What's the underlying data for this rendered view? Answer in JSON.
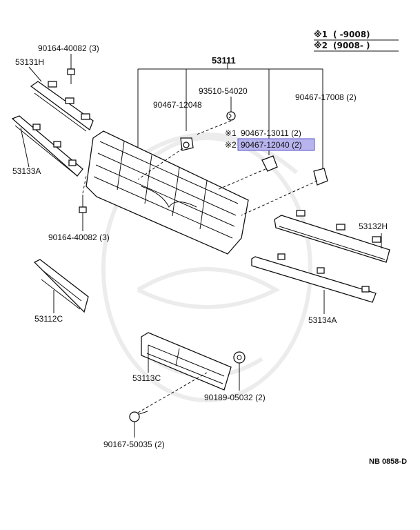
{
  "notes": {
    "n1_mark": "※1",
    "n1_range": "(        -9008)",
    "n2_mark": "※2",
    "n2_range": "(9008-        )"
  },
  "labels": {
    "p53111": "53111",
    "p93510": "93510-54020",
    "p90467_12048": "90467-12048",
    "p90467_17008": "90467-17008 (2)",
    "p90164_top": "90164-40082 (3)",
    "p53131H": "53131H",
    "p53133A": "53133A",
    "p90164_mid": "90164-40082 (3)",
    "p53112C": "53112C",
    "p53132H": "53132H",
    "p53134A": "53134A",
    "p53113C": "53113C",
    "p90189": "90189-05032 (2)",
    "p90167": "90167-50035 (2)",
    "m1": "※1",
    "p90467_13011": "90467-13011 (2)",
    "m2": "※2",
    "p90467_12040": "90467-12040 (2)",
    "ref": "NB 0858-D"
  },
  "highlight_color": "#b8b4ee"
}
